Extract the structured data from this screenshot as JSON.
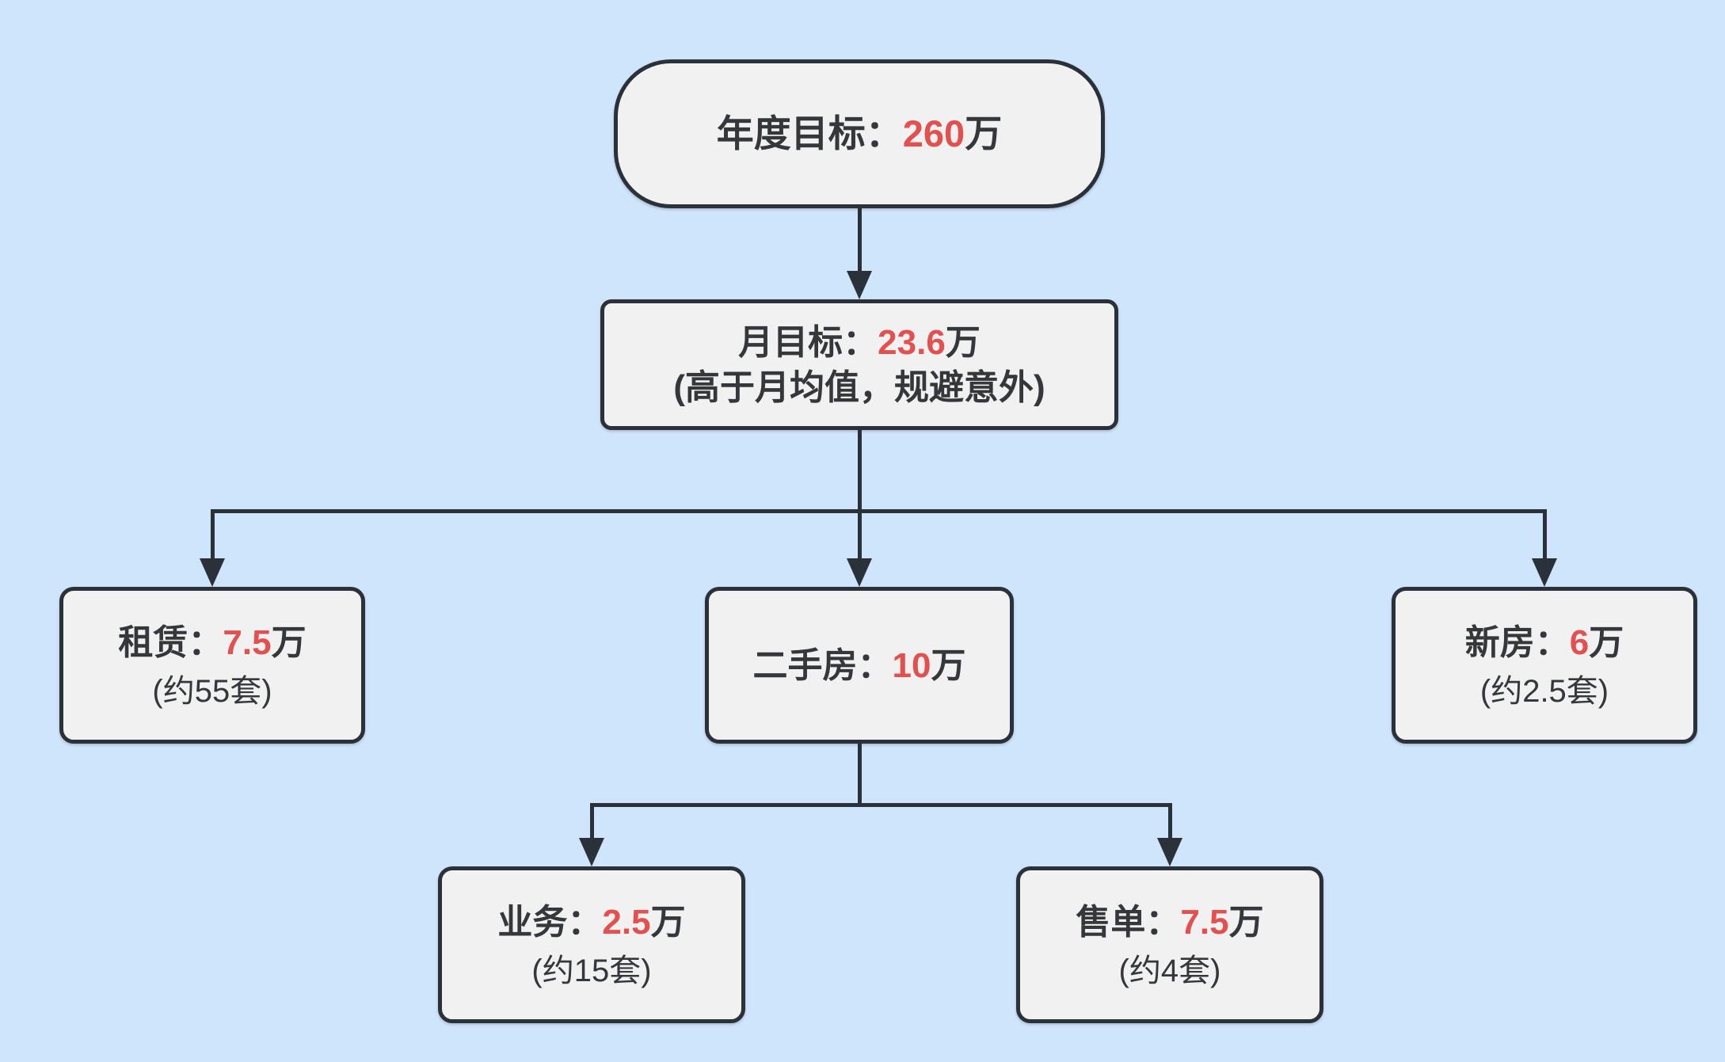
{
  "diagram": {
    "root": {
      "prefix": "年度目标：",
      "value": "260",
      "suffix": "万"
    },
    "month": {
      "prefix": "月目标：",
      "value": "23.6",
      "suffix": "万",
      "note": "(高于月均值，规避意外)"
    },
    "branches": [
      {
        "name": "rental",
        "prefix": "租赁：",
        "value": "7.5",
        "suffix": "万",
        "note": "(约55套)"
      },
      {
        "name": "resale",
        "prefix": "二手房：",
        "value": "10",
        "suffix": "万"
      },
      {
        "name": "new-home",
        "prefix": "新房：",
        "value": "6",
        "suffix": "万",
        "note": "(约2.5套)"
      }
    ],
    "subbranches": [
      {
        "name": "business",
        "prefix": "业务：",
        "value": "2.5",
        "suffix": "万",
        "note": "(约15套)"
      },
      {
        "name": "sales-order",
        "prefix": "售单：",
        "value": "7.5",
        "suffix": "万",
        "note": "(约4套)"
      }
    ],
    "colors": {
      "background": "#cfe5fc",
      "box_fill": "#f1f1f1",
      "box_border": "#2b3138",
      "text": "#35373a",
      "accent_red": "#e25150"
    }
  }
}
